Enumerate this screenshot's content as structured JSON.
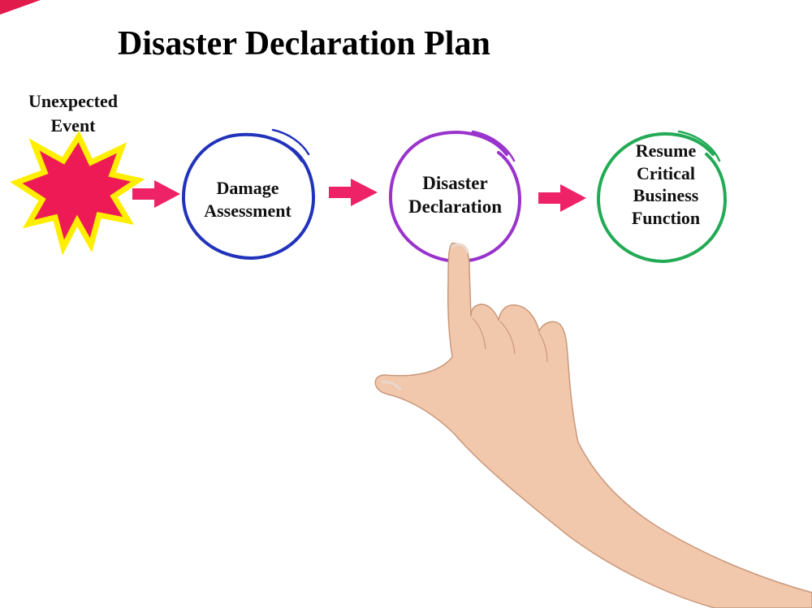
{
  "title": "Disaster Declaration Plan",
  "trigger": {
    "lines": [
      "Unexpected",
      "Event"
    ],
    "icon": "starburst-icon",
    "fill_color": "#ee1a55",
    "outline_color": "#ffee00"
  },
  "steps": [
    {
      "lines": [
        "Damage",
        "Assessment"
      ],
      "ring_color": "#2233bb"
    },
    {
      "lines": [
        "Disaster",
        "Declaration"
      ],
      "ring_color": "#9933cc"
    },
    {
      "lines": [
        "Resume",
        "Critical",
        "Business",
        "Function"
      ],
      "ring_color": "#22aa55"
    }
  ],
  "arrow_color": "#ee2266",
  "hand_icon": "pointing-hand-icon",
  "stock_id": "401970856"
}
